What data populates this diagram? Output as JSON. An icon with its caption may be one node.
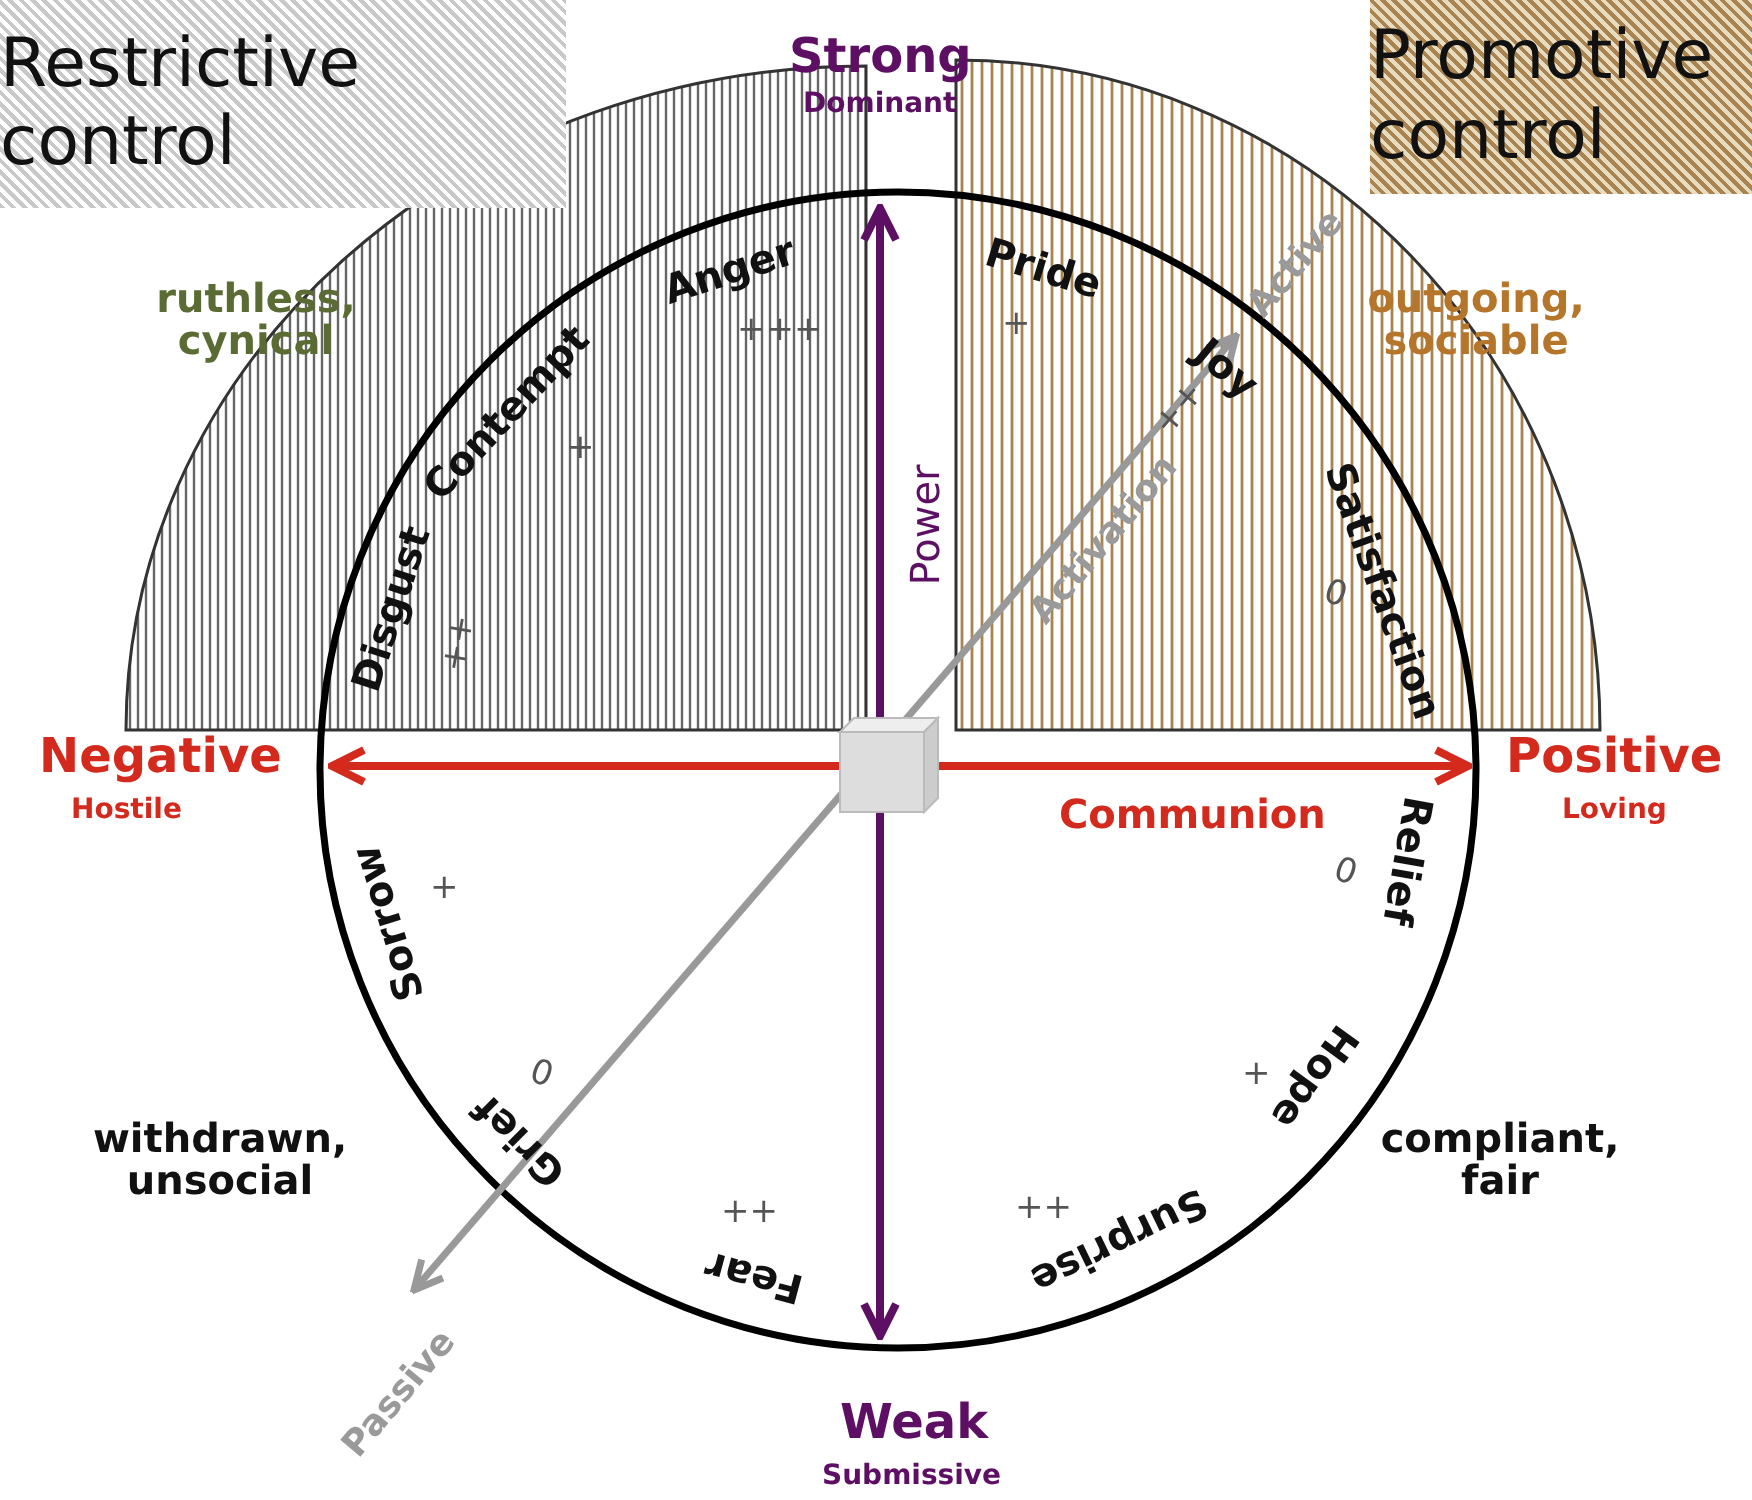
{
  "diagram": {
    "nodes": [
      {
        "text": [
          "Restrictive control"
        ]
      },
      {
        "text": [
          "Promotive control"
        ]
      }
    ],
    "labels": [
      "Strong",
      "Dominant",
      "ruthless, cynical",
      "Anger",
      "+++",
      "Pride",
      "+",
      "Active",
      "outgoing, sociable",
      "Contempt",
      "+",
      "Joy",
      "++",
      "Power",
      "Activation",
      "Satisfaction",
      "0",
      "Disgust",
      "++",
      "Negative",
      "Hostile",
      "Positive",
      "Loving",
      "Communion",
      "Relief",
      "0",
      "Sorrow",
      "+",
      "Grief",
      "0",
      "Hope",
      "+",
      "withdrawn, unsocial",
      "compliant, fair",
      "Fear",
      "++",
      "Surprise",
      "++",
      "Passive",
      "Weak",
      "Submissive"
    ]
  }
}
